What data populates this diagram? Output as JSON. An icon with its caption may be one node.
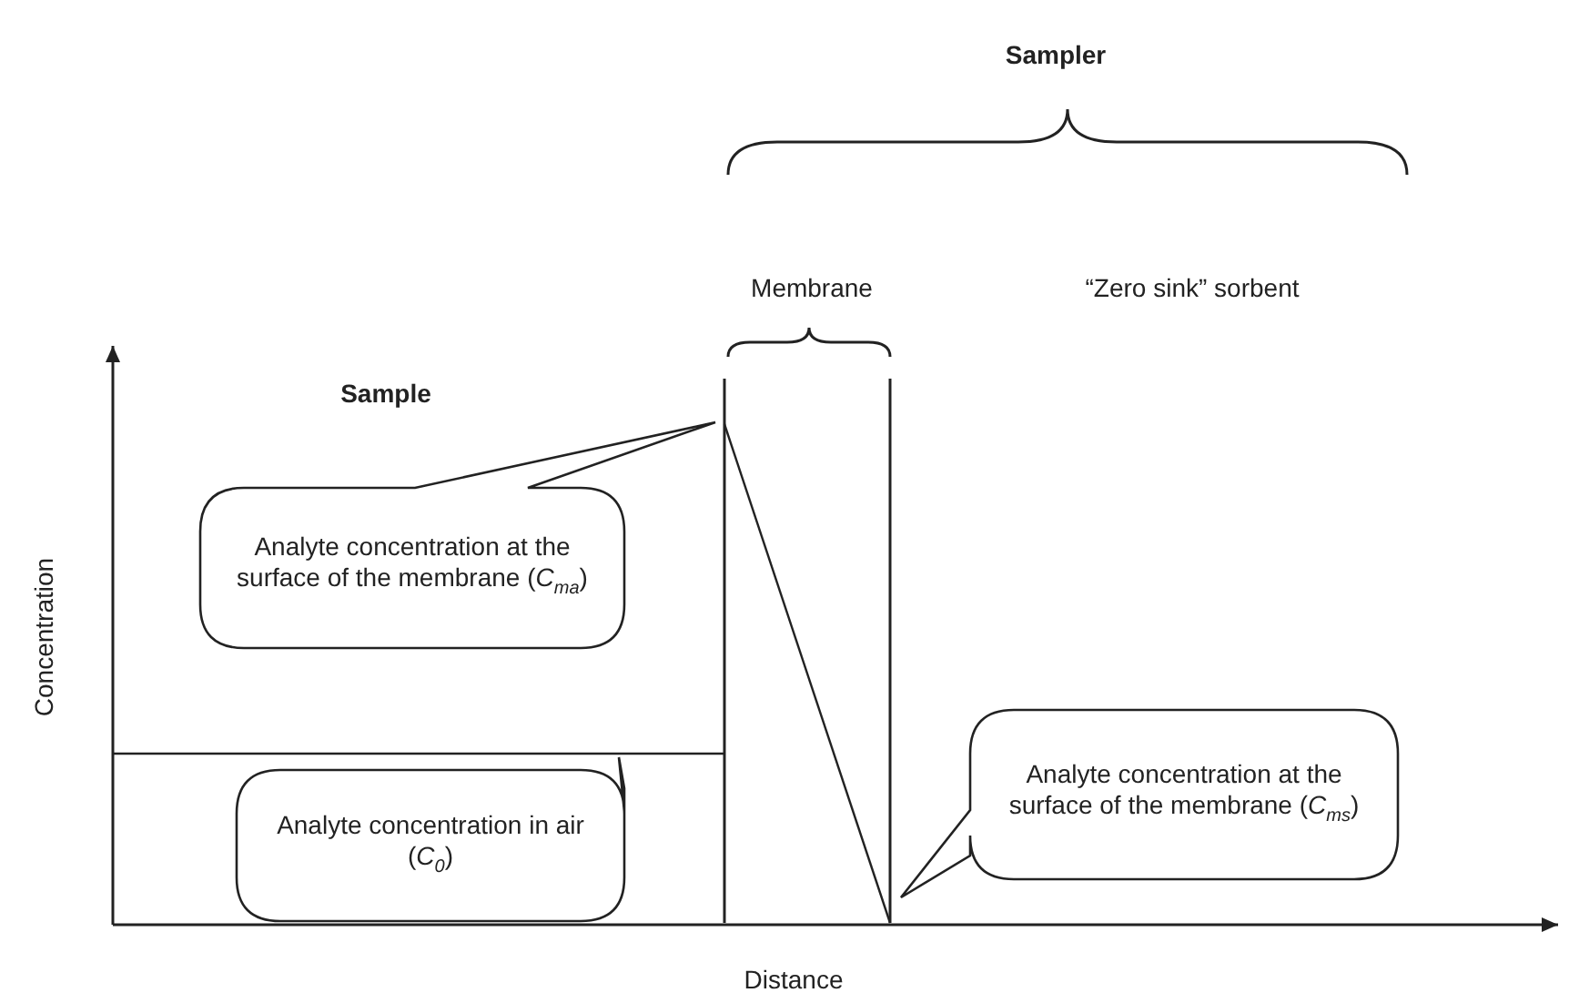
{
  "diagram": {
    "nodes": [
      {
        "text": [
          "Analyte concentration at the surface of the membrane (*C*$_{ma}$)"
        ]
      },
      {
        "text": [
          "Analyte concentration in air (*C*$_{0}$)"
        ]
      },
      {
        "text": [
          "Analyte concentration at the surface of the membrane (*C*$_{ms}$)"
        ]
      }
    ],
    "labels": [
      "Sampler",
      "Membrane",
      "“Zero sink” sorbent",
      "Sample",
      "Concentration",
      "Distance"
    ]
  }
}
